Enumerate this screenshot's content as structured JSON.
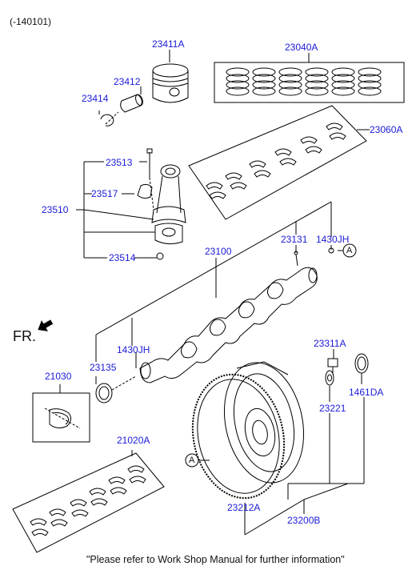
{
  "header": {
    "date_code": "(-140101)"
  },
  "direction": {
    "front_label": "FR."
  },
  "callout": {
    "a_marker": "A"
  },
  "parts": {
    "p23411A": "23411A",
    "p23040A": "23040A",
    "p23412": "23412",
    "p23414": "23414",
    "p23060A": "23060A",
    "p23513": "23513",
    "p23517": "23517",
    "p23510": "23510",
    "p23514": "23514",
    "p23131": "23131",
    "p1430JH_top": "1430JH",
    "p23100": "23100",
    "p1430JH_left": "1430JH",
    "p23135": "23135",
    "p21030": "21030",
    "p23311A": "23311A",
    "p1461DA": "1461DA",
    "p23221": "23221",
    "p21020A": "21020A",
    "p23212A": "23212A",
    "p23200B": "23200B"
  },
  "footer": {
    "note": "\"Please refer to Work Shop Manual for further information\""
  },
  "colors": {
    "callout_text": "#1a1ad8",
    "line": "#000000"
  }
}
